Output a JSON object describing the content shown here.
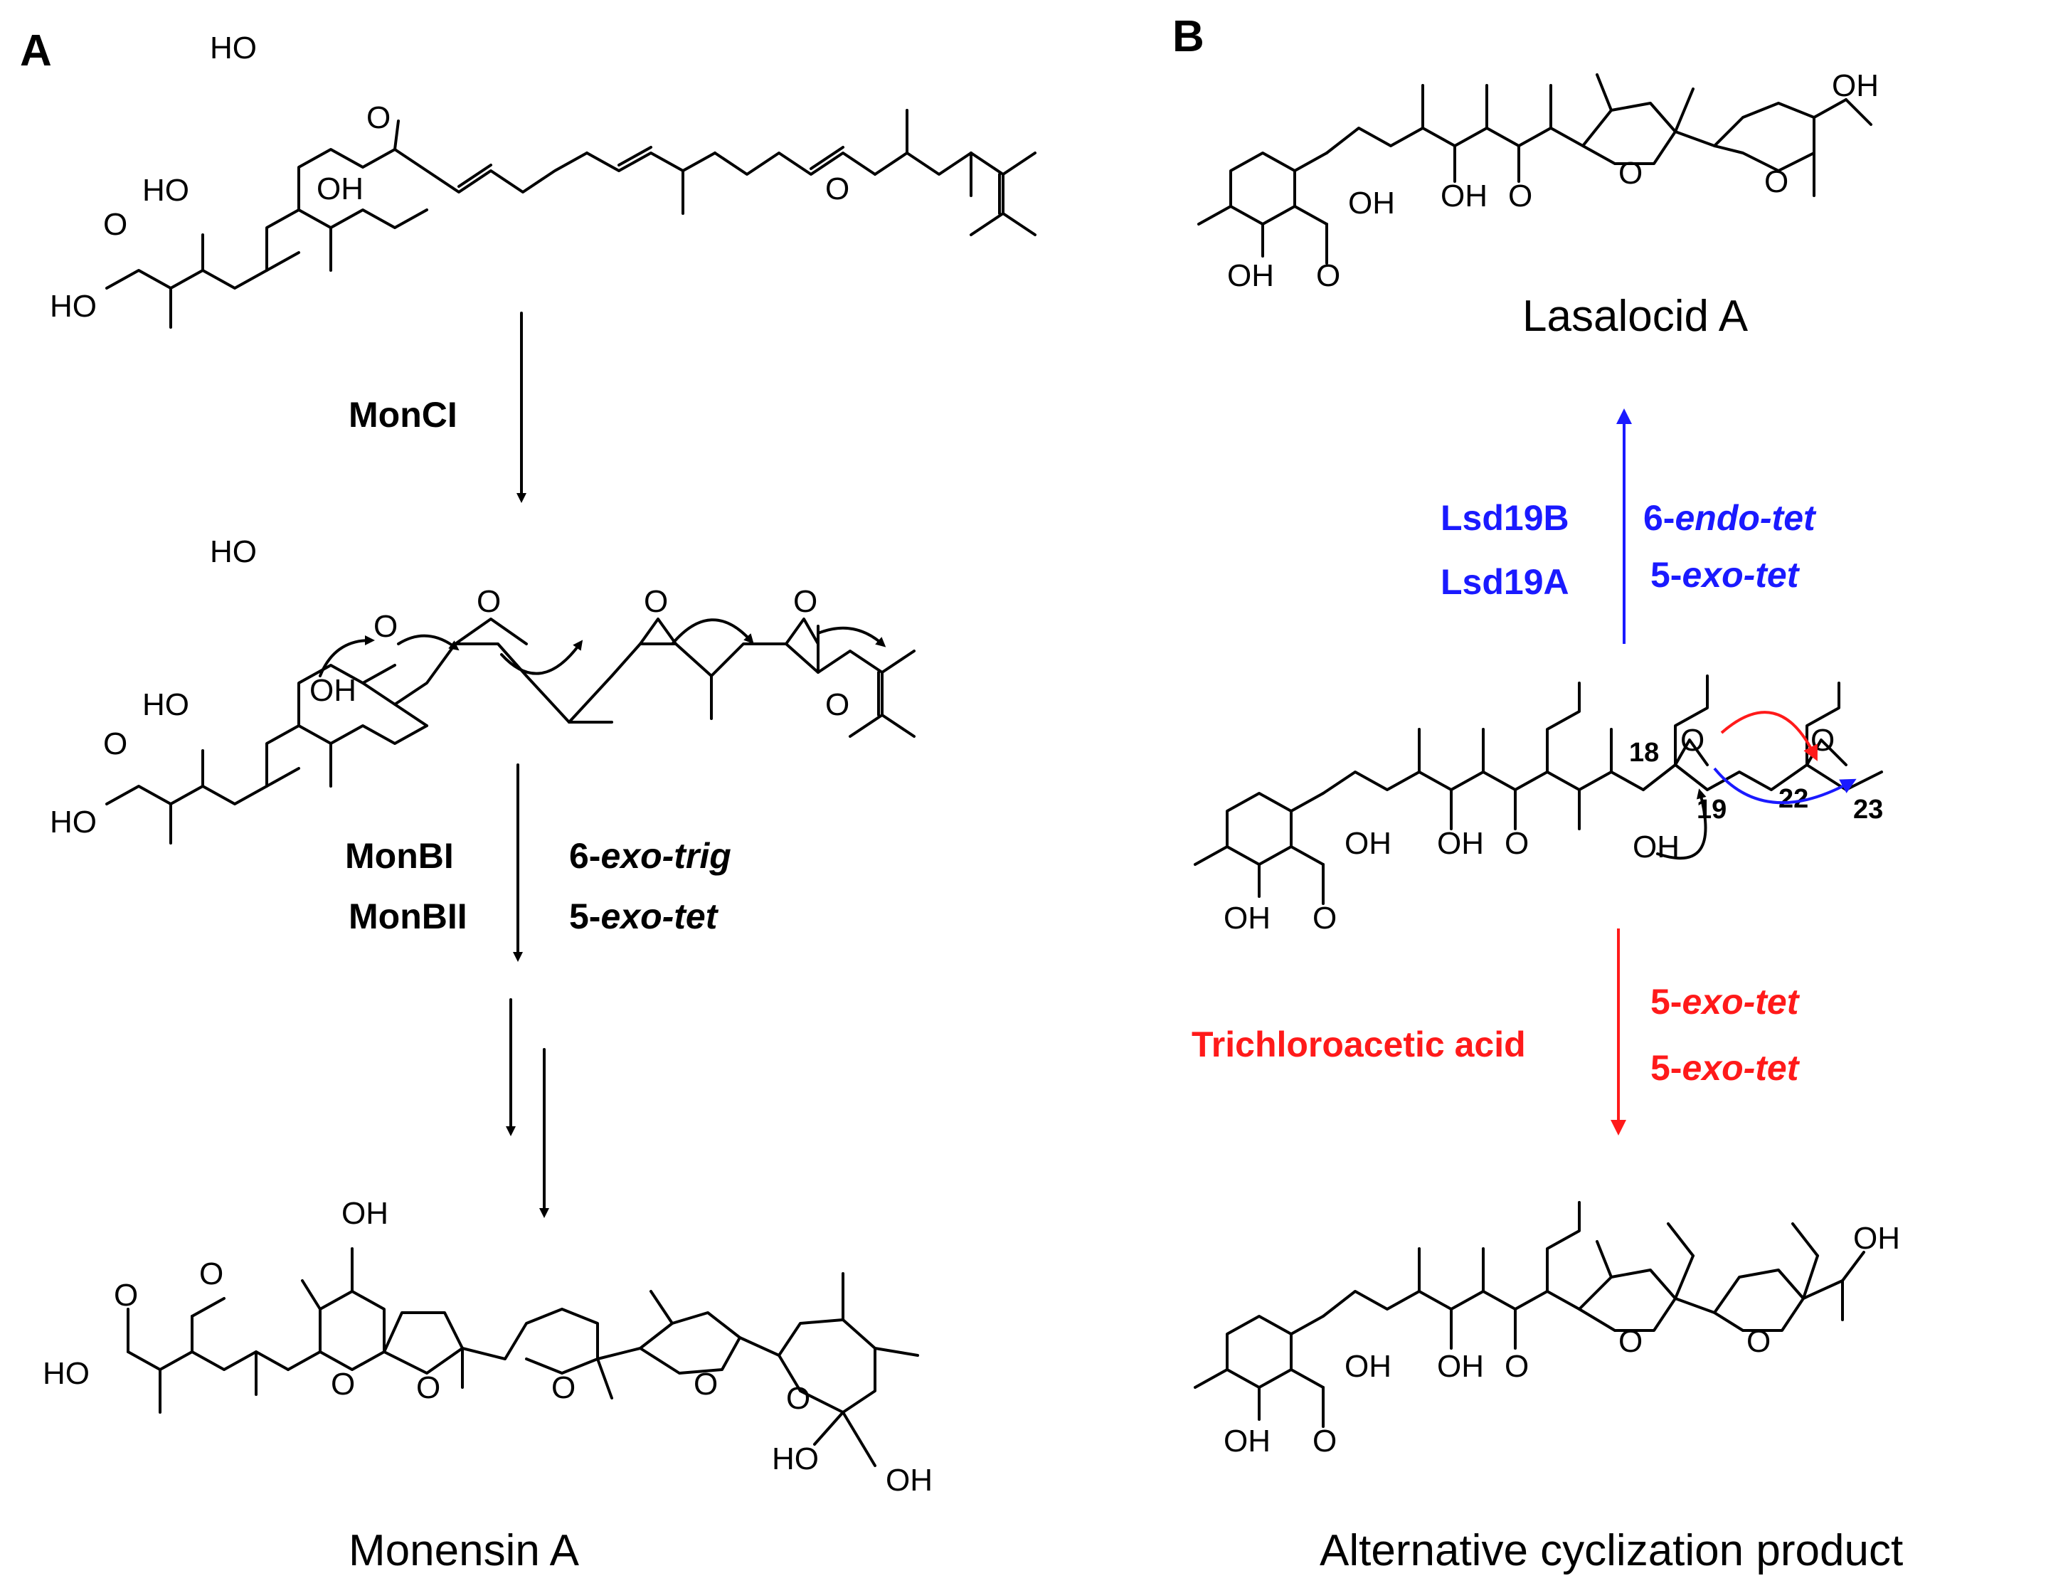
{
  "panels": {
    "a": "A",
    "b": "B"
  },
  "panel_a": {
    "step1_enzyme": "MonCI",
    "step2_enzyme_1": "MonBI",
    "step2_enzyme_2": "MonBII",
    "step2_mode_1_prefix": "6-",
    "step2_mode_1_italic": "exo-trig",
    "step2_mode_2_prefix": "5-",
    "step2_mode_2_italic": "exo-tet",
    "product_name": "Monensin A"
  },
  "panel_b": {
    "product_top_name": "Lasalocid A",
    "enzyme_1": "Lsd19B",
    "enzyme_2": "Lsd19A",
    "enz_mode_1_prefix": "6-",
    "enz_mode_1_italic": "endo-tet",
    "enz_mode_2_prefix": "5-",
    "enz_mode_2_italic": "exo-tet",
    "acid_reagent": "Trichloroacetic acid",
    "acid_mode_1_prefix": "5-",
    "acid_mode_1_italic": "exo-tet",
    "acid_mode_2_prefix": "5-",
    "acid_mode_2_italic": "exo-tet",
    "product_bottom_name": "Alternative cyclization product",
    "atom_numbers": [
      "18",
      "19",
      "22",
      "23"
    ]
  },
  "atoms": {
    "hydroxyl": "OH",
    "hydroxyl_left": "HO",
    "oxygen": "O"
  },
  "colors": {
    "enzymatic_path": "#1a1aff",
    "acid_path": "#ff1a1a",
    "default": "#000000"
  }
}
